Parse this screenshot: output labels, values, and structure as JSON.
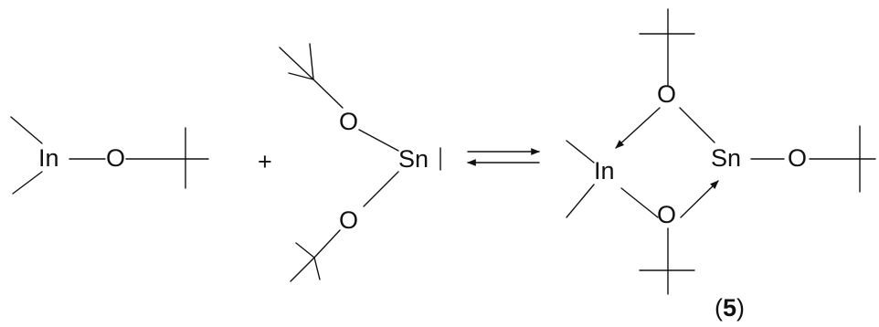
{
  "diagram": {
    "reactant1": {
      "metal": "In",
      "oxygen": "O"
    },
    "plus": "+",
    "reactant2": {
      "metal": "Sn",
      "oxygen_top": "O",
      "oxygen_bottom": "O"
    },
    "product": {
      "indium": "In",
      "tin": "Sn",
      "oxygen_top": "O",
      "oxygen_bottom": "O",
      "oxygen_right": "O",
      "compound_label_open": "(",
      "compound_number": "5",
      "compound_label_close": ")"
    },
    "colors": {
      "ink": "#111111",
      "background": "#ffffff"
    }
  }
}
